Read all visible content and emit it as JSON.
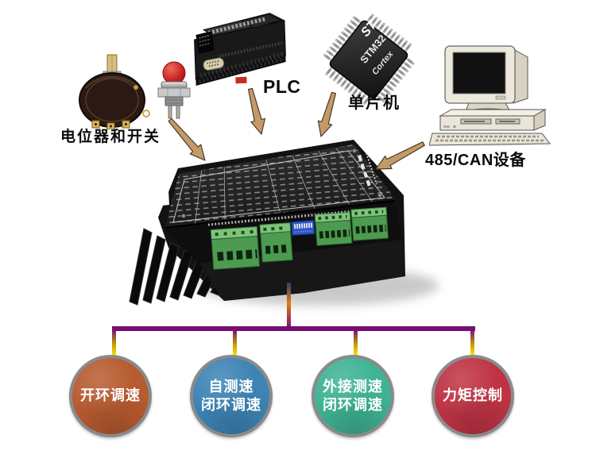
{
  "sources": {
    "pot_switch": {
      "label": "电位器和开关"
    },
    "plc": {
      "label": "PLC"
    },
    "mcu": {
      "label": "单片机",
      "chip": {
        "logo": "ST",
        "name": "STM32",
        "core": "Cortex"
      }
    },
    "rs485": {
      "label": "485/CAN设备"
    }
  },
  "modes": [
    {
      "line1": "开环调速",
      "line2": "",
      "color": "#b85b30"
    },
    {
      "line1": "自测速",
      "line2": "闭环调速",
      "color": "#3d84b5"
    },
    {
      "line1": "外接测速",
      "line2": "闭环调速",
      "color": "#3fb394"
    },
    {
      "line1": "力矩控制",
      "line2": "",
      "color": "#bf3445"
    }
  ],
  "connectors": {
    "trunk_gradient": [
      "#2a3f6d",
      "#e07b15",
      "#7a0d7a"
    ],
    "bus_color": "#740d74",
    "drop_gradient": [
      "#740d74",
      "#ffec00"
    ],
    "circle_border": "#8a8a8a"
  },
  "arrows": {
    "fill": "#c59a6b",
    "outline": "#4b3a22"
  }
}
